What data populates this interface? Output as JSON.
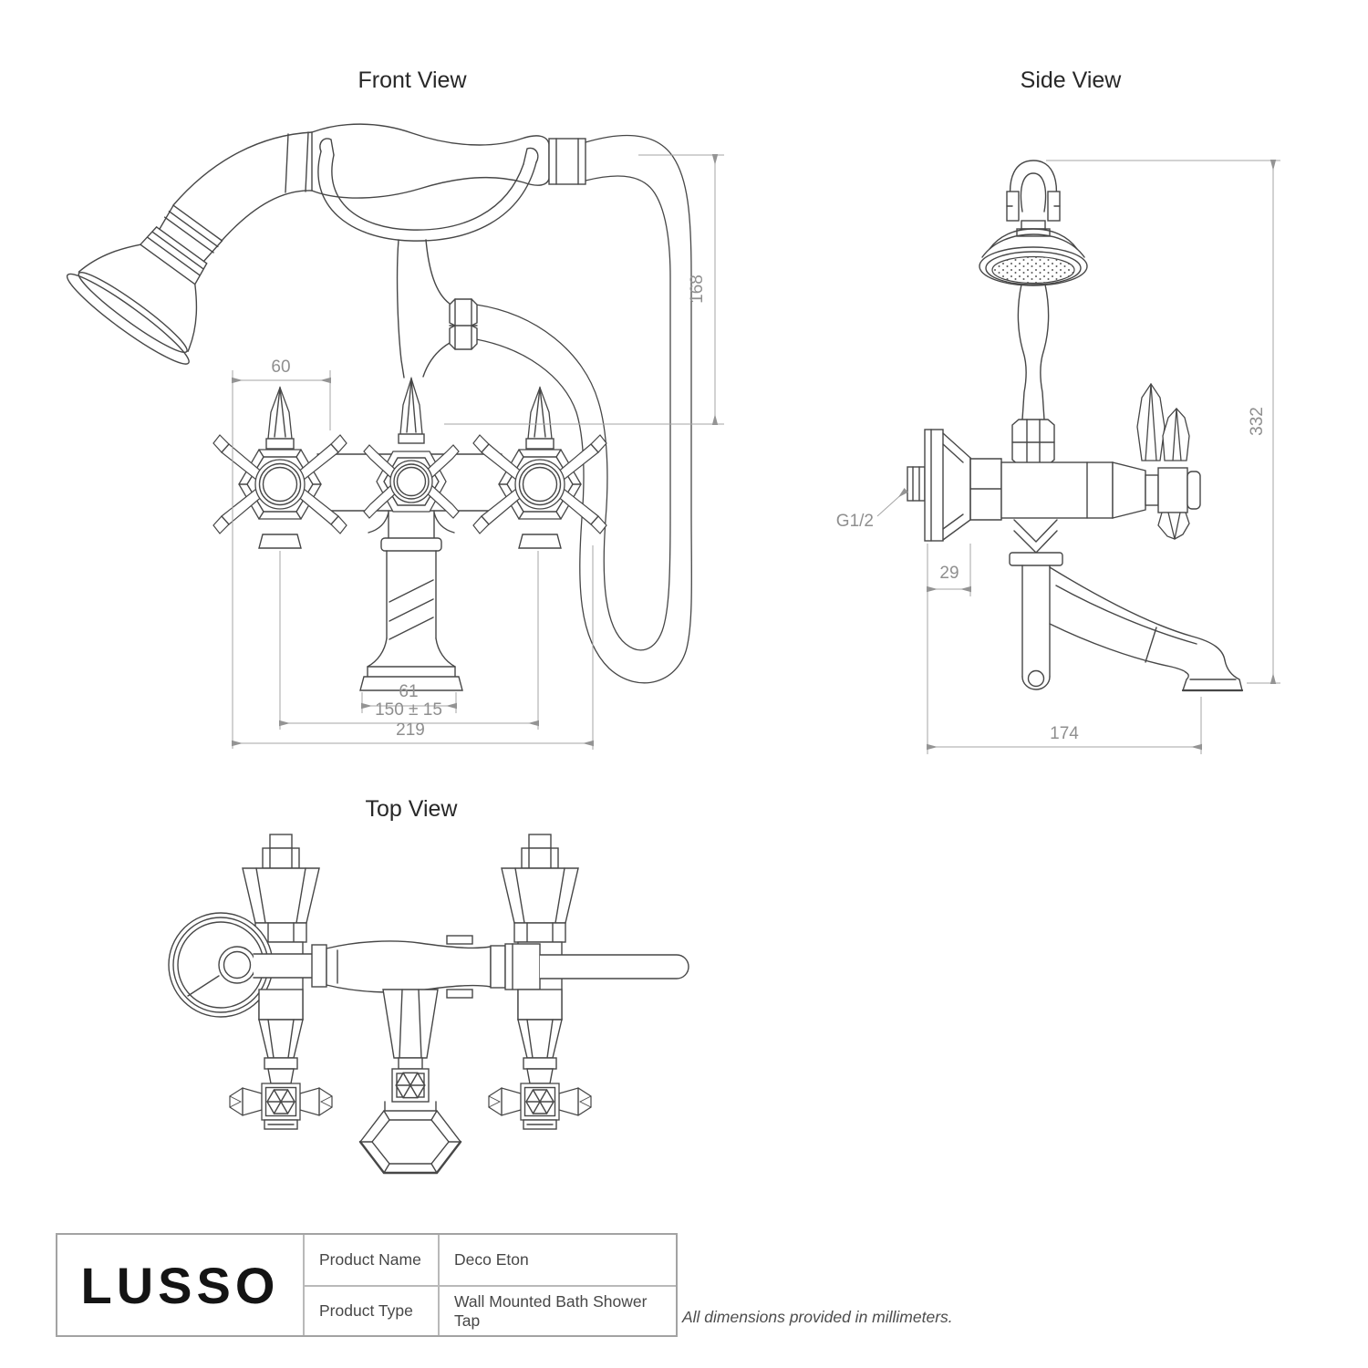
{
  "views": {
    "front": {
      "title": "Front View"
    },
    "side": {
      "title": "Side View"
    },
    "top": {
      "title": "Top View"
    }
  },
  "dimensions": {
    "front_top_offset": "60",
    "front_height": "168",
    "front_base_width": "61",
    "front_centres": "150 ± 15",
    "front_overall_width": "219",
    "side_thread": "G1/2",
    "side_wall_offset": "29",
    "side_reach": "174",
    "side_height": "332"
  },
  "title_block": {
    "brand": "LUSSO",
    "rows": [
      {
        "label": "Product Name",
        "value": "Deco Eton"
      },
      {
        "label": "Product Type",
        "value": "Wall Mounted Bath Shower Tap"
      }
    ]
  },
  "footnote": "All dimensions provided in millimeters.",
  "colors": {
    "line": "#474747",
    "dim": "#9e9e9e",
    "text": "#8f8f8f"
  }
}
